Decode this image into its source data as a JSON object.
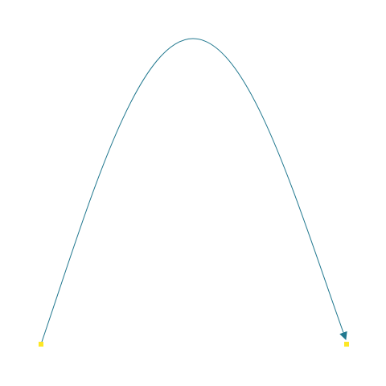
{
  "diagram": {
    "edge_color": "#21788f",
    "node_color": "#fde725",
    "nodes": [
      {
        "id": "node-a",
        "label": ""
      },
      {
        "id": "node-b",
        "label": ""
      }
    ],
    "edges": [
      {
        "id": "edge-a-b",
        "from": "node-a",
        "to": "node-b",
        "directed": true,
        "curved": true
      }
    ]
  }
}
